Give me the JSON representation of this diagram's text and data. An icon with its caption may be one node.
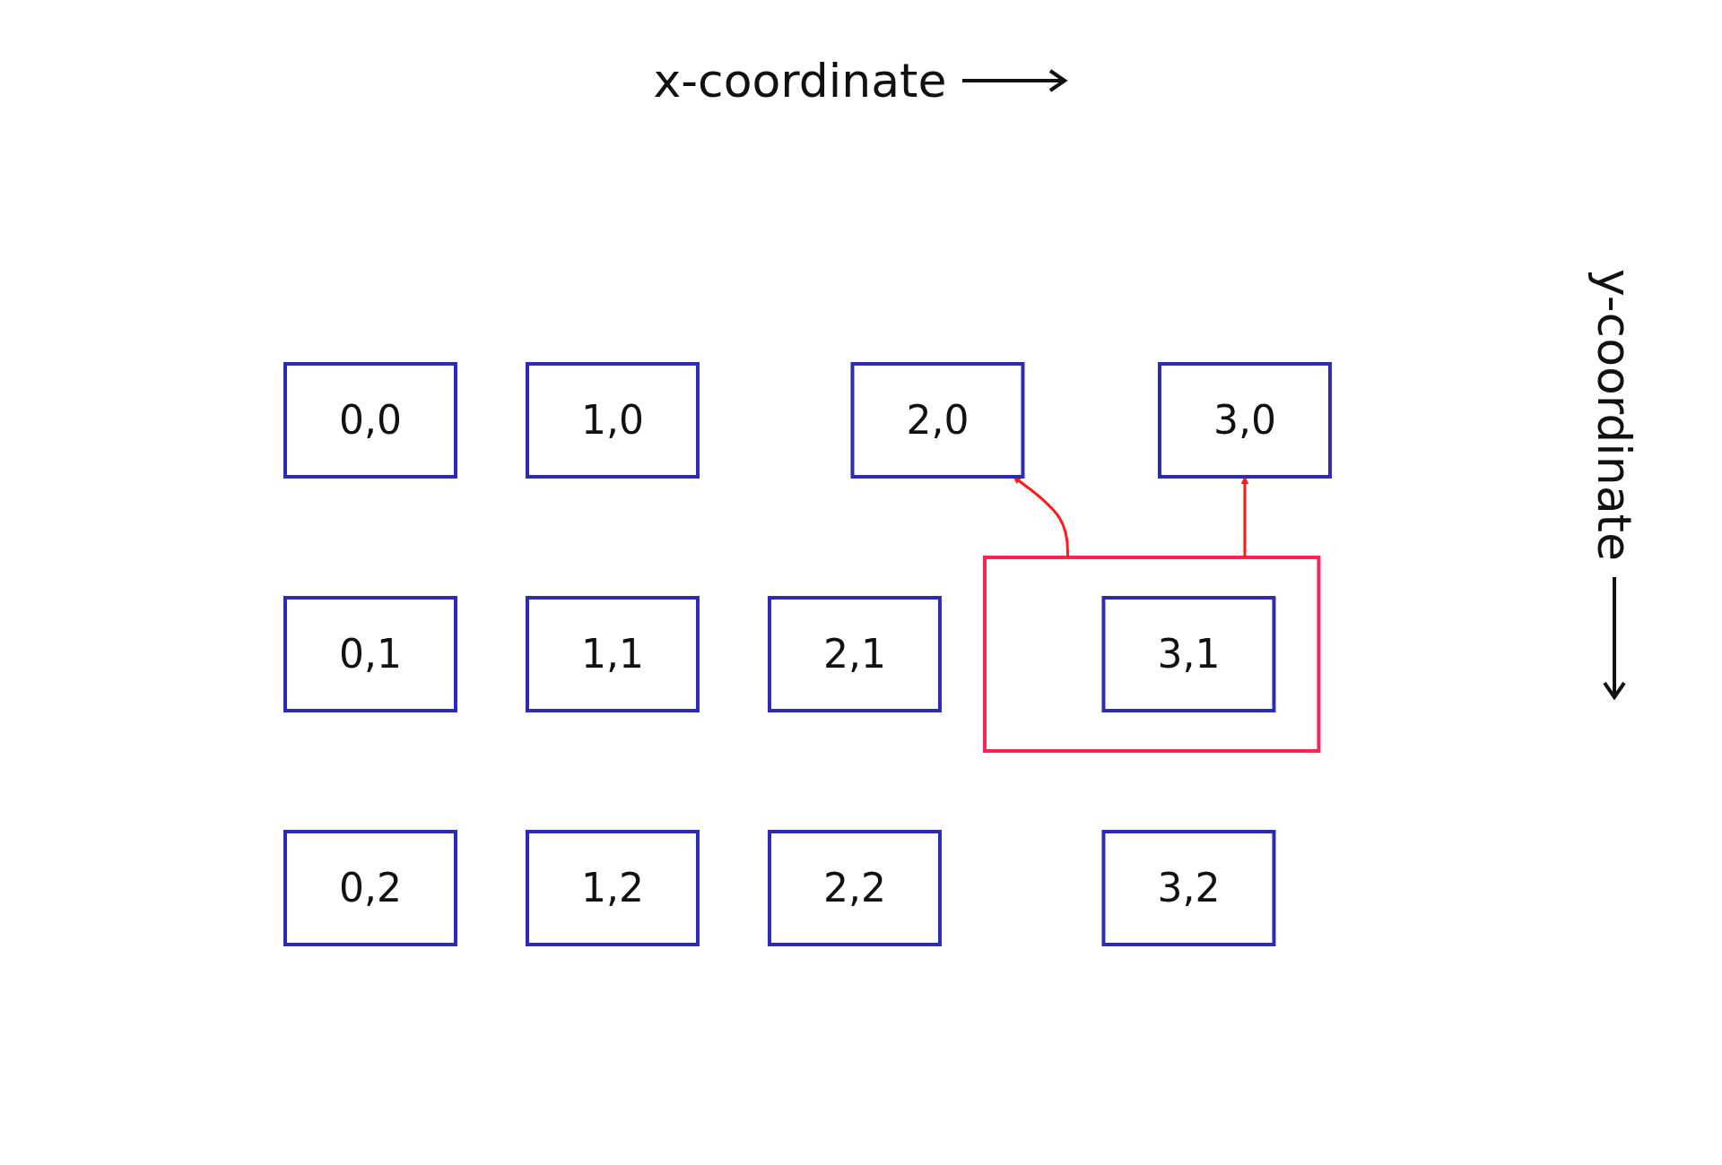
{
  "diagram": {
    "nodes": [
      {
        "text": [
          "0,0"
        ]
      },
      {
        "text": [
          "1,0"
        ]
      },
      {
        "text": [
          "2,0"
        ]
      },
      {
        "text": [
          "3,0"
        ]
      },
      {
        "text": [
          "0,1"
        ]
      },
      {
        "text": [
          "1,1"
        ]
      },
      {
        "text": [
          "2,1"
        ]
      },
      {
        "text": [],
        "shape": "box"
      },
      {
        "text": [
          "3,1"
        ],
        "in": 7
      },
      {
        "text": [
          "0,2"
        ]
      },
      {
        "text": [
          "1,2"
        ]
      },
      {
        "text": [
          "2,2"
        ]
      },
      {
        "text": [
          "3,2"
        ]
      }
    ],
    "edges": [
      {
        "from": 7,
        "to": 2,
        "arrow": "to"
      },
      {
        "from": 7,
        "to": 3,
        "arrow": "to"
      }
    ],
    "labels": [
      "x-coordinate",
      "y-coordinate"
    ]
  }
}
